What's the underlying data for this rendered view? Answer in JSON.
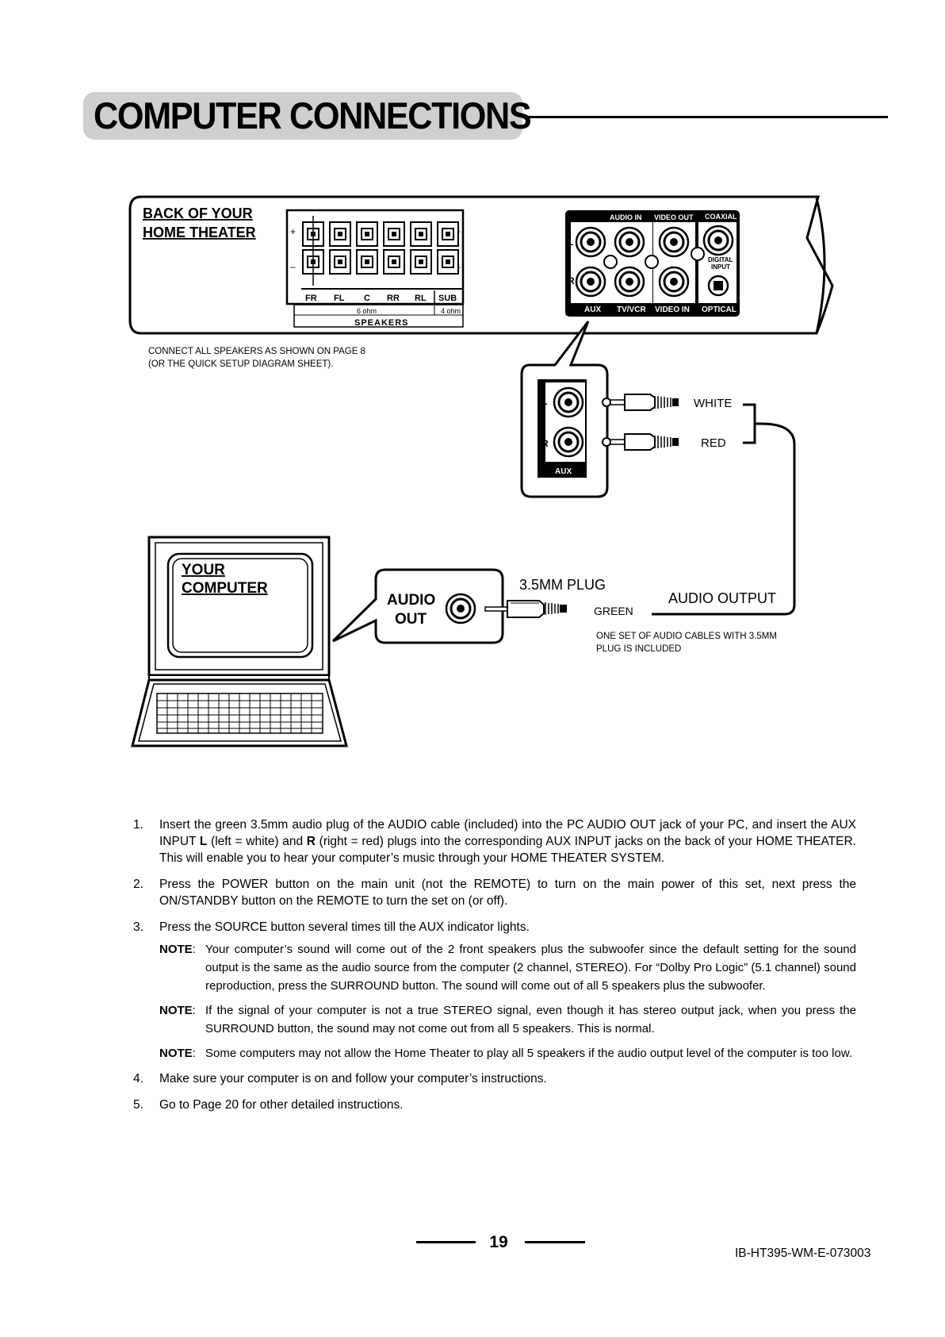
{
  "header": {
    "title": "COMPUTER CONNECTIONS"
  },
  "diagram": {
    "panel_title_line1": "BACK OF YOUR",
    "panel_title_line2": "HOME THEATER",
    "speaker_labels": [
      "FR",
      "FL",
      "C",
      "RR",
      "RL",
      "SUB"
    ],
    "ohm_main": "6 ohm",
    "ohm_sub": "4 ohm",
    "speakers_label": "SPEAKERS",
    "jack_L": "L",
    "jack_R": "R",
    "audio_in": "AUDIO IN",
    "video_out": "VIDEO OUT",
    "coaxial": "COAXIAL",
    "digital_input_1": "DIGITAL",
    "digital_input_2": "INPUT",
    "aux": "AUX",
    "tvvcr": "TV/VCR",
    "video_in": "VIDEO IN",
    "optical": "OPTICAL",
    "connect_note_1": "CONNECT ALL SPEAKERS AS SHOWN ON PAGE 8",
    "connect_note_2": "(OR THE QUICK SETUP DIAGRAM SHEET).",
    "white": "WHITE",
    "red": "RED",
    "computer_line1": "YOUR",
    "computer_line2": "COMPUTER",
    "audio_out_1": "AUDIO",
    "audio_out_2": "OUT",
    "plug_label": "3.5MM PLUG",
    "green": "GREEN",
    "audio_output": "AUDIO OUTPUT",
    "cables_note_1": "ONE SET OF AUDIO CABLES WITH 3.5MM",
    "cables_note_2": "PLUG IS INCLUDED"
  },
  "instructions": {
    "item1_num": "1.",
    "item1_a": "Insert the green 3.5mm audio plug of the AUDIO cable (included) into the PC AUDIO OUT jack of your PC, and insert the AUX INPUT ",
    "item1_L": "L",
    "item1_b": " (left = white) and ",
    "item1_R": "R",
    "item1_c": " (right = red) plugs into the corresponding AUX INPUT jacks on the back of your HOME THEATER. This will enable you to hear your computer’s music through your HOME THEATER SYSTEM.",
    "item2_num": "2.",
    "item2": "Press the POWER button on the main unit (not the REMOTE) to turn on the main power of this set, next press the ON/STANDBY button on the REMOTE to turn the set on (or off).",
    "item3_num": "3.",
    "item3": "Press the SOURCE button several times till the AUX indicator lights.",
    "note_label": "NOTE",
    "note1": "Your computer’s sound will come out of the 2 front speakers plus the subwoofer since the default setting for the sound output is the same as the audio source from the computer (2 channel, STEREO). For “Dolby Pro Logic” (5.1 channel) sound reproduction, press the SURROUND button. The sound will come out of all 5 speakers plus the subwoofer.",
    "note2": "If the signal of your computer is not a true STEREO signal, even though it has stereo output jack, when you press the SURROUND button, the sound may not come out from all 5 speakers. This is normal.",
    "note3": "Some computers may not allow the Home Theater to play all 5 speakers if the audio output level of the computer is too low.",
    "item4_num": "4.",
    "item4": "Make sure your computer is on and follow your computer’s instructions.",
    "item5_num": "5.",
    "item5": "Go to Page 20 for other detailed instructions."
  },
  "footer": {
    "page_number": "19",
    "doc_code": "IB-HT395-WM-E-073003"
  }
}
